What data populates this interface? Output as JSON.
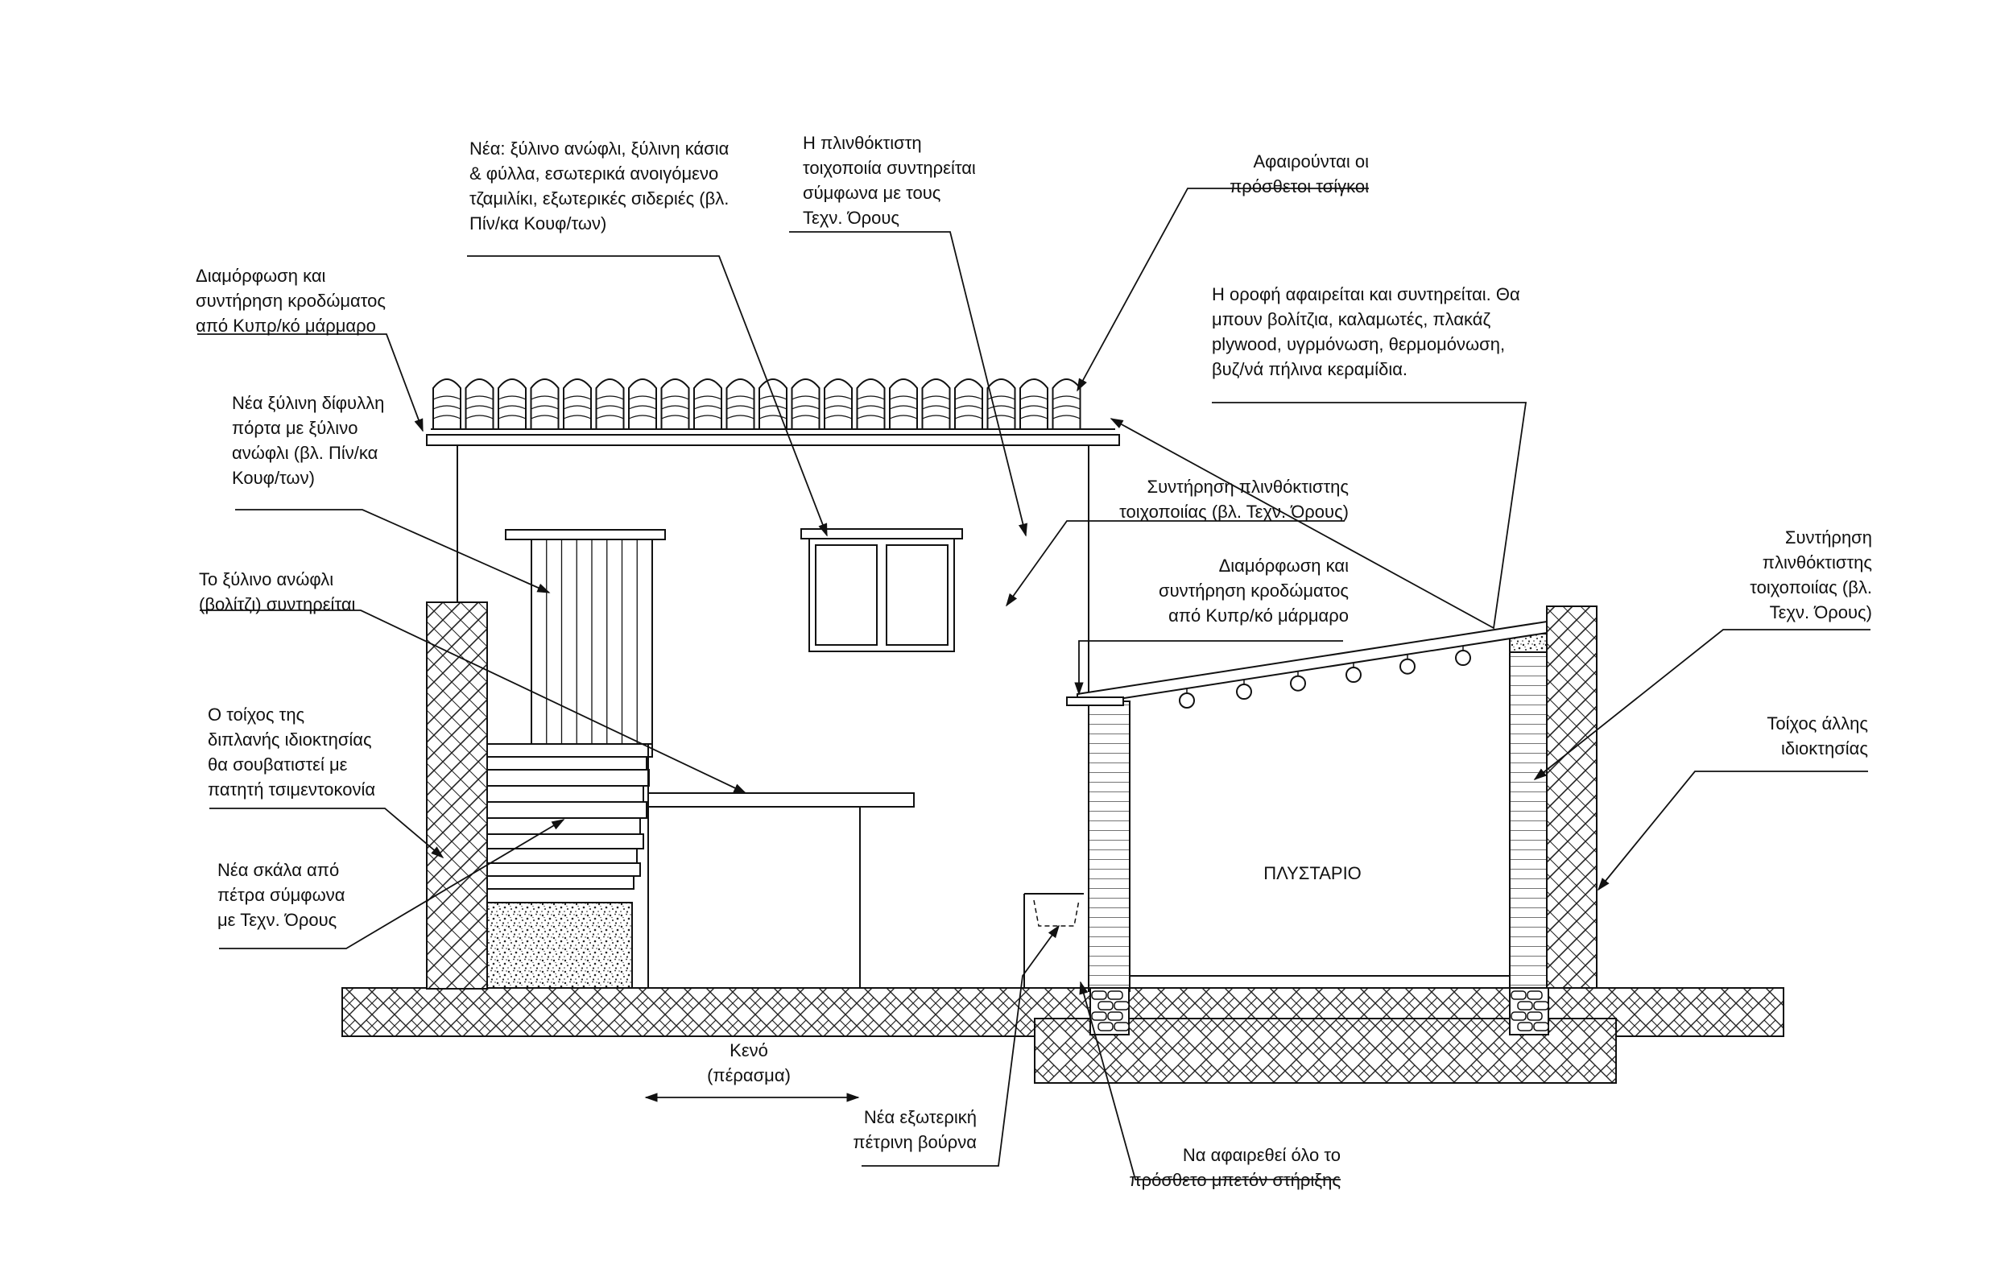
{
  "labels": {
    "new_window": [
      "Νέα: ξύλινο ανώφλι, ξύλινη κάσια",
      "& φύλλα, εσωτερικά ανοιγόμενο",
      "τζαμιλίκι, εξωτερικές σιδεριές (βλ.",
      "Πίν/κα Κουφ/των)"
    ],
    "masonry_kept": [
      "Η πλινθόκτιστη",
      "τοιχοποιία συντηρείται",
      "σύμφωνα με τους",
      "Τεχν. Όρους"
    ],
    "gutters_removed": [
      "Αφαιρούνται οι",
      "πρόσθετοι τσίγκοι"
    ],
    "cornice_left": [
      "Διαμόρφωση και",
      "συντήρηση κροδώματος",
      "από Κυπρ/κό μάρμαρο"
    ],
    "roof_removed": [
      "Η οροφή αφαιρείται και συντηρείται. Θα",
      "μπουν βολίτζια, καλαμωτές, πλακάζ",
      "plywood, υγρμόνωση, θερμομόνωση,",
      "βυζ/νά πήλινα κεραμίδια."
    ],
    "new_door": [
      "Νέα ξύλινη δίφυλλη",
      "πόρτα με ξύλινο",
      "ανώφλι (βλ. Πίν/κα",
      "Κουφ/των)"
    ],
    "masonry_maint_1": [
      "Συντήρηση πλινθόκτιστης",
      "τοιχοποιίας (βλ. Τεχν. Όρους)"
    ],
    "cornice_right": [
      "Διαμόρφωση και",
      "συντήρηση κροδώματος",
      "από Κυπρ/κό μάρμαρο"
    ],
    "lintel_kept": [
      "Το ξύλινο ανώφλι",
      "(βολίτζι) συντηρείται"
    ],
    "masonry_maint_2": [
      "Συντήρηση",
      "πλινθόκτιστης",
      "τοιχοποιίας (βλ.",
      "Τεχν. Όρους)"
    ],
    "neighbor_wall": [
      "Ο τοίχος της",
      "διπλανής ιδιοκτησίας",
      "θα σουβατιστεί με",
      "πατητή τσιμεντοκονία"
    ],
    "other_property_wall": [
      "Τοίχος άλλης",
      "ιδιοκτησίας"
    ],
    "new_stair": [
      "Νέα σκάλα από",
      "πέτρα σύμφωνα",
      "με Τεχν. Όρους"
    ],
    "room": [
      "ΠΛΥΣΤΑΡΙΟ"
    ],
    "gap": [
      "Κενό",
      "(πέρασμα)"
    ],
    "trough": [
      "Νέα εξωτερική",
      "πέτρινη βούρνα"
    ],
    "concrete_removed": [
      "Να αφαιρεθεί όλο το",
      "πρόσθετο μπετόν στήριξης"
    ]
  }
}
